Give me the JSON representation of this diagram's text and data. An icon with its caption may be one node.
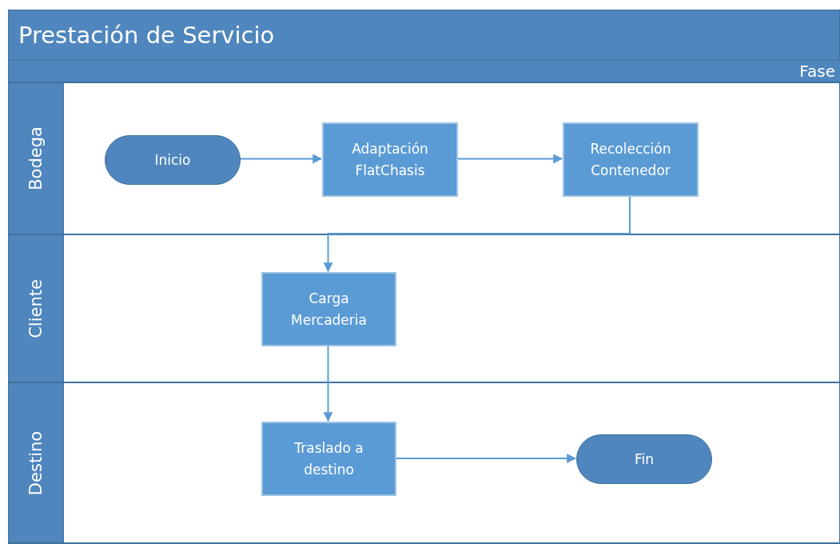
{
  "diagram": {
    "nodes": [
      {
        "text": [
          "Prestación de Servicio"
        ]
      },
      {
        "text": [
          "Fase"
        ],
        "in": 0
      },
      {
        "text": [
          "Bodega"
        ],
        "in": 0
      },
      {
        "text": [
          "Inicio"
        ],
        "in": 2
      },
      {
        "text": [
          "Adaptación FlatChasis"
        ],
        "in": 2
      },
      {
        "text": [
          "Recolección Contenedor"
        ],
        "in": 2
      },
      {
        "text": [
          "Cliente"
        ],
        "in": 0
      },
      {
        "text": [
          "Carga Mercaderia"
        ],
        "in": 6
      },
      {
        "text": [
          "Destino"
        ],
        "in": 0
      },
      {
        "text": [
          "Traslado a destino"
        ],
        "in": 8
      },
      {
        "text": [
          "Fin"
        ],
        "in": 8
      }
    ],
    "edges": [
      {
        "from": 3,
        "to": 4,
        "arrow": "to"
      },
      {
        "from": 4,
        "to": 5,
        "arrow": "to"
      },
      {
        "from": 5,
        "to": 7,
        "arrow": "to"
      },
      {
        "from": 7,
        "to": 9,
        "arrow": "to"
      },
      {
        "from": 9,
        "to": 10,
        "arrow": "to"
      }
    ]
  }
}
